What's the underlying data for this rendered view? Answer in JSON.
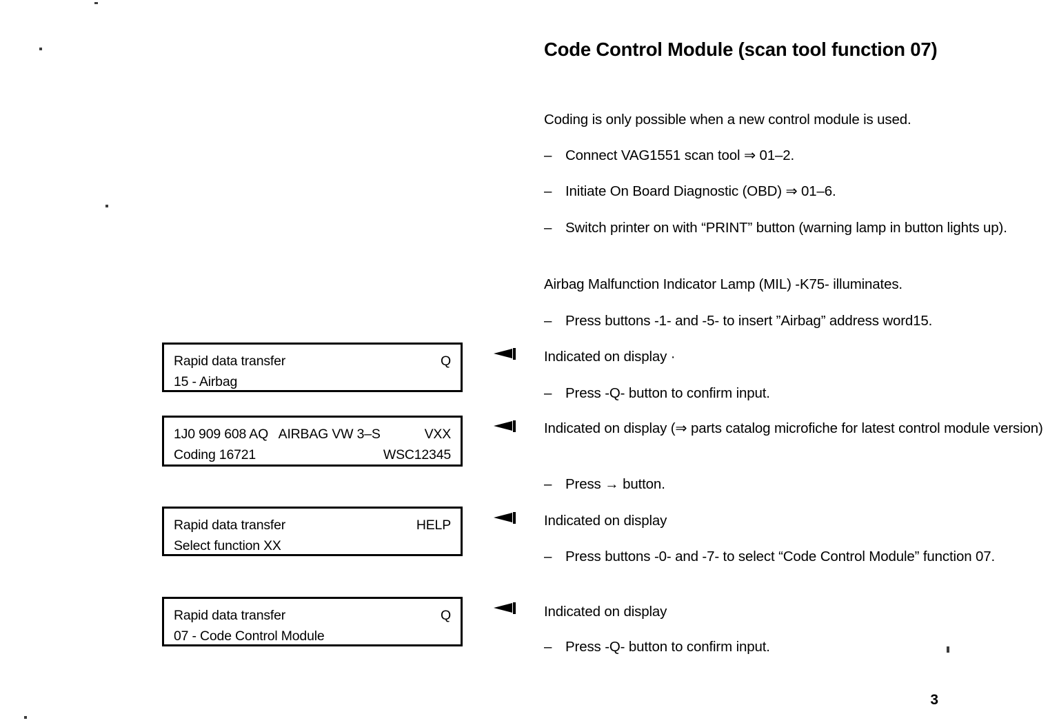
{
  "document": {
    "title": "Code Control Module (scan tool function 07)",
    "intro": "Coding is only possible when a new control module is used.",
    "page_number": "3"
  },
  "steps": [
    {
      "dash": "–",
      "text": "Connect VAG1551 scan tool ⇒ 01–2."
    },
    {
      "dash": "–",
      "text": "Initiate On Board Diagnostic (OBD) ⇒ 01–6."
    },
    {
      "dash": "–",
      "text": "Switch printer on with “PRINT” button (warning lamp in button lights up)."
    }
  ],
  "mil_note": "Airbag Malfunction Indicator Lamp (MIL) -K75- illuminates.",
  "sequence": [
    {
      "instruction": {
        "dash": "–",
        "text": "Press buttons -1- and -5- to insert ”Airbag” address word15."
      },
      "indicated": "Indicated on display ·",
      "confirm": {
        "dash": "–",
        "text": "Press -Q- button to confirm input."
      },
      "display": {
        "line1_left": "Rapid data transfer",
        "line1_right": "Q",
        "line2_left": "15 - Airbag",
        "line2_right": ""
      }
    },
    {
      "indicated": "Indicated on display (⇒ parts catalog microfiche for latest control module version)",
      "confirm": {
        "dash": "–",
        "text": "Press → button."
      },
      "display": {
        "line1_left": "1J0 909 608 AQ   AIRBAG VW 3–S",
        "line1_right": "VXX",
        "line2_left": "Coding 16721",
        "line2_right": "WSC12345"
      }
    },
    {
      "indicated": "Indicated on display",
      "confirm": {
        "dash": "–",
        "text": "Press buttons -0- and -7- to select “Code Control Module” function 07."
      },
      "display": {
        "line1_left": "Rapid data transfer",
        "line1_right": "HELP",
        "line2_left": "Select function XX",
        "line2_right": ""
      }
    },
    {
      "indicated": "Indicated on display",
      "confirm": {
        "dash": "–",
        "text": "Press -Q- button to confirm input."
      },
      "display": {
        "line1_left": "Rapid data transfer",
        "line1_right": "Q",
        "line2_left": "07 - Code Control Module",
        "line2_right": ""
      }
    }
  ],
  "icons": {
    "arrow": "left-pointing-triangle-marker"
  }
}
